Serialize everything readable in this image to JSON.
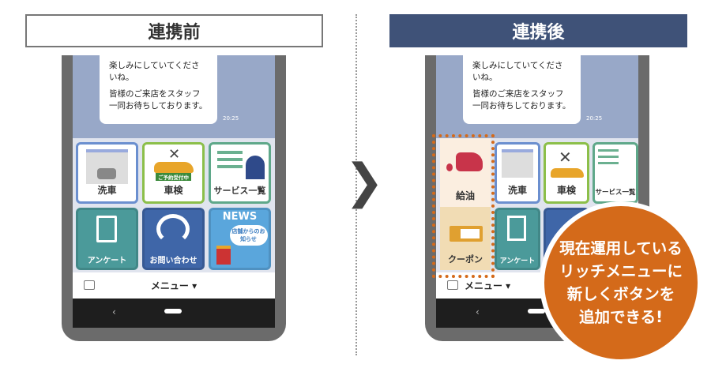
{
  "headers": {
    "before": "連携前",
    "after": "連携後"
  },
  "chat": {
    "line1": "楽しみにしていてくださいね。",
    "line2": "皆様のご来店をスタッフ一同お待ちしております。",
    "time": "20:25"
  },
  "tiles": {
    "car_wash": "洗車",
    "inspection": "車検",
    "inspection_badge": "ご予約受付中",
    "services": "サービス一覧",
    "survey": "アンケート",
    "contact": "お問い合わせ",
    "news": "NEWS",
    "news_bubble": "店舗からのお知らせ",
    "fuel": "給油",
    "coupon": "クーポン"
  },
  "menu": {
    "label": "メニュー ▾",
    "back": "‹"
  },
  "callout": {
    "line1": "現在運用している",
    "line2": "リッチメニューに",
    "line3": "新しくボタンを",
    "line4": "追加できる!"
  },
  "colors": {
    "after_header": "#3f5278",
    "accent": "#d46a1a",
    "chat_bg": "#98a8c8"
  }
}
